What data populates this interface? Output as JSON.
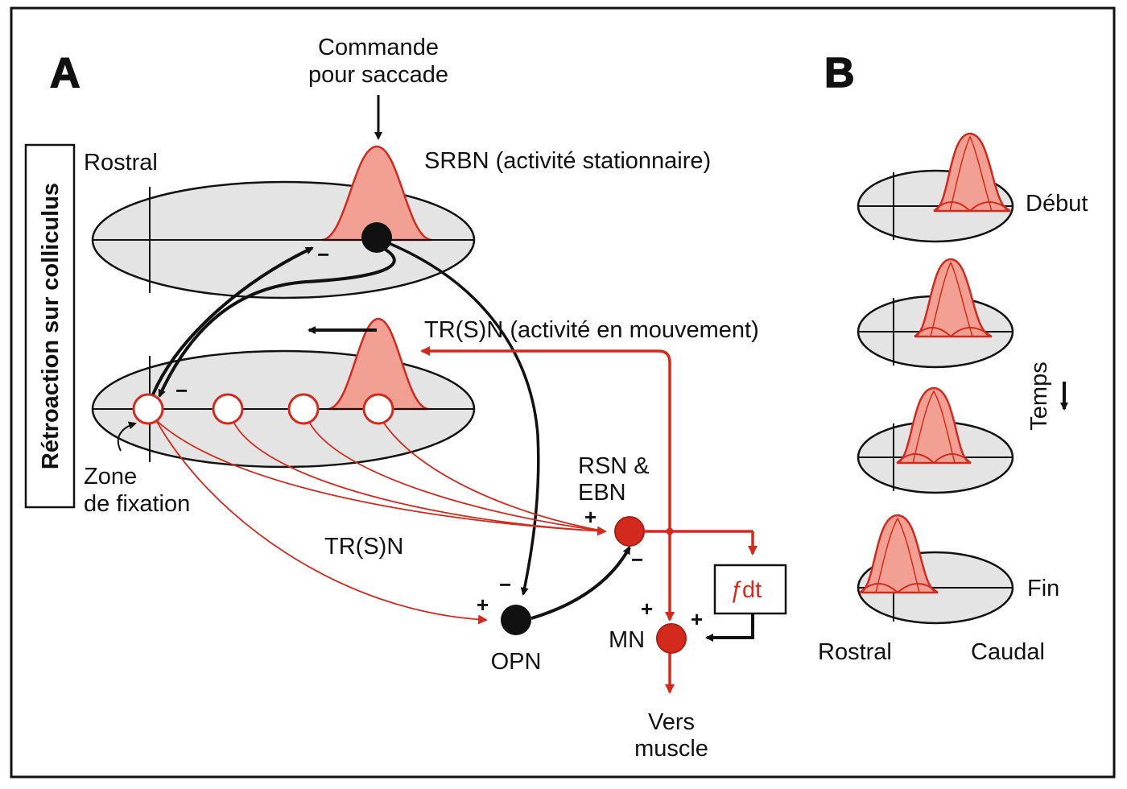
{
  "panels": {
    "a": "A",
    "b": "B"
  },
  "panel_a": {
    "side_label": "Rétroaction sur colliculus",
    "command_line1": "Commande",
    "command_line2": "pour saccade",
    "rostral": "Rostral",
    "srbn": "SRBN (activité stationnaire)",
    "trsn_top": "TR(S)N (activité en mouvement)",
    "zone_line1": "Zone",
    "zone_line2": "de fixation",
    "trsn_bottom": "TR(S)N",
    "rsn_line1": "RSN &",
    "rsn_line2": "EBN",
    "opn": "OPN",
    "mn": "MN",
    "integrator_f": "ƒ",
    "integrator_dt": "dt",
    "vers_line1": "Vers",
    "vers_line2": "muscle",
    "plus": "+",
    "minus": "−"
  },
  "panel_b": {
    "debut": "Début",
    "temps": "Temps",
    "fin": "Fin",
    "rostral": "Rostral",
    "caudal": "Caudal"
  },
  "colors": {
    "red": "#d42a1e",
    "pink_fill": "#f2a093",
    "ellipse_fill": "#e4e4e4",
    "black": "#111111"
  }
}
